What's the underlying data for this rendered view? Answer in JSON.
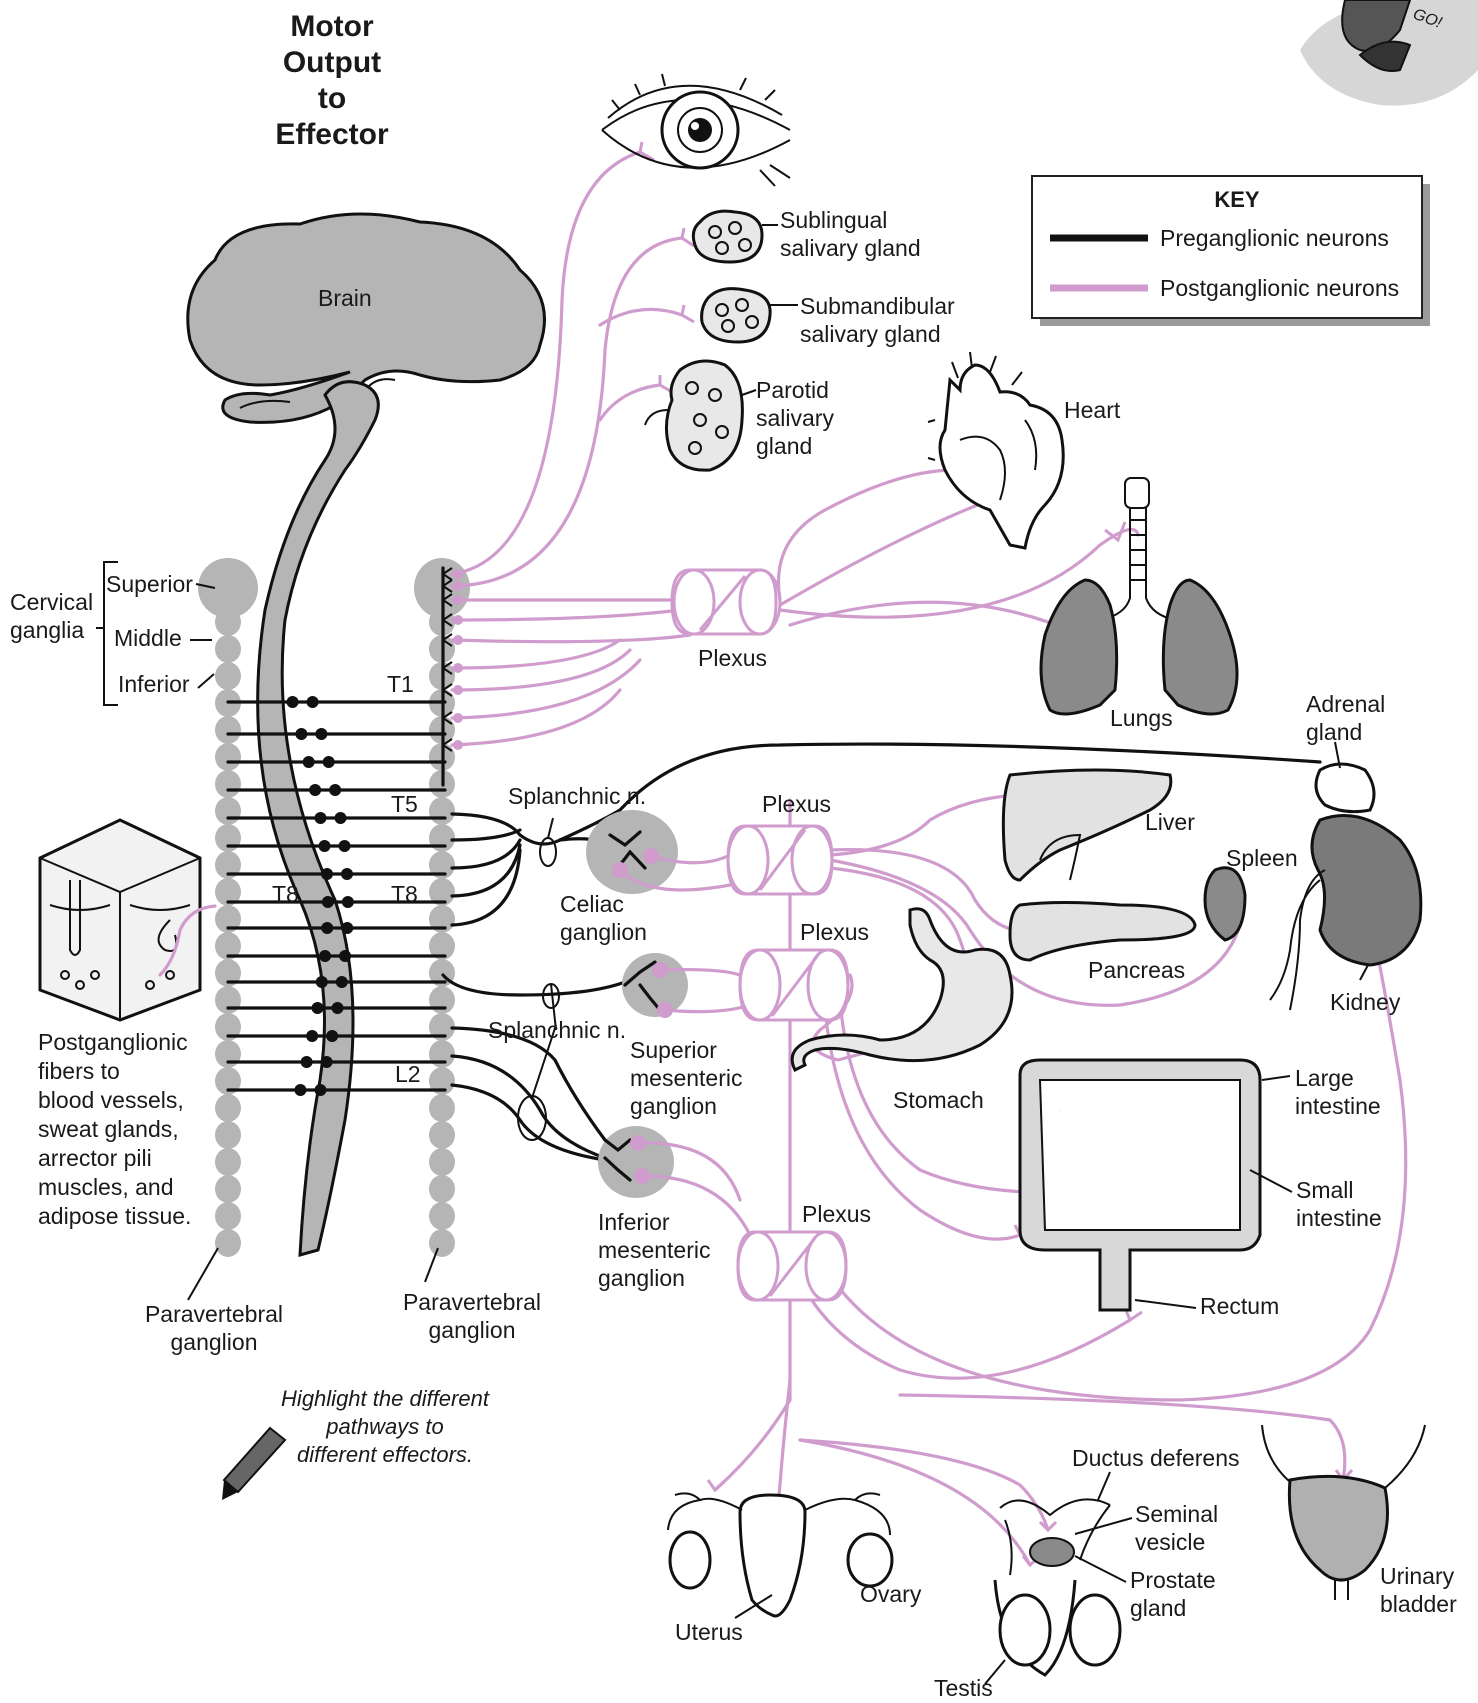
{
  "title": [
    "Motor",
    "Output",
    "to",
    "Effector"
  ],
  "key": {
    "heading": "KEY",
    "preganglionic": "Preganglionic neurons",
    "postganglionic": "Postganglionic neurons",
    "colors": {
      "preganglionic": "#111111",
      "postganglionic": "#cf9ccd"
    }
  },
  "labels": {
    "brain": "Brain",
    "cervical": [
      "Cervical",
      "ganglia"
    ],
    "superior": "Superior",
    "middle": "Middle",
    "inferior": "Inferior",
    "t1": "T1",
    "t5": "T5",
    "t8_left": "T8",
    "t8_right": "T8",
    "l2": "L2",
    "sublingual": [
      "Sublingual",
      "salivary gland"
    ],
    "submandibular": [
      "Submandibular",
      "salivary gland"
    ],
    "parotid": [
      "Parotid",
      "salivary",
      "gland"
    ],
    "heart": "Heart",
    "lungs": "Lungs",
    "plexus_thoracic": "Plexus",
    "adrenal": [
      "Adrenal",
      "gland"
    ],
    "splanchnic_upper": "Splanchnic n.",
    "splanchnic_lower": "Splanchnic n.",
    "plexus_celiac": "Plexus",
    "plexus_sup_mes": "Plexus",
    "plexus_inf_mes": "Plexus",
    "liver": "Liver",
    "spleen": "Spleen",
    "pancreas": "Pancreas",
    "kidney": "Kidney",
    "stomach": "Stomach",
    "celiac_ganglion": [
      "Celiac",
      "ganglion"
    ],
    "sup_mes_ganglion": [
      "Superior",
      "mesenteric",
      "ganglion"
    ],
    "inf_mes_ganglion": [
      "Inferior",
      "mesenteric",
      "ganglion"
    ],
    "large_intestine": [
      "Large",
      "intestine"
    ],
    "small_intestine": [
      "Small",
      "intestine"
    ],
    "rectum": "Rectum",
    "postganglionic_fibers": [
      "Postganglionic",
      "fibers to",
      "blood vessels,",
      "sweat glands,",
      "arrector pili",
      "muscles, and",
      "adipose tissue."
    ],
    "paravertebral_left": [
      "Paravertebral",
      "ganglion"
    ],
    "paravertebral_right": [
      "Paravertebral",
      "ganglion"
    ],
    "ductus_deferens": "Ductus deferens",
    "seminal_vesicle": [
      "Seminal",
      "vesicle"
    ],
    "prostate": [
      "Prostate",
      "gland"
    ],
    "urinary_bladder": [
      "Urinary",
      "bladder"
    ],
    "uterus": "Uterus",
    "ovary": "Ovary",
    "testis": "Testis",
    "go_badge": "GO!"
  },
  "instruction": [
    "Highlight the different",
    "pathways to",
    "different effectors."
  ]
}
